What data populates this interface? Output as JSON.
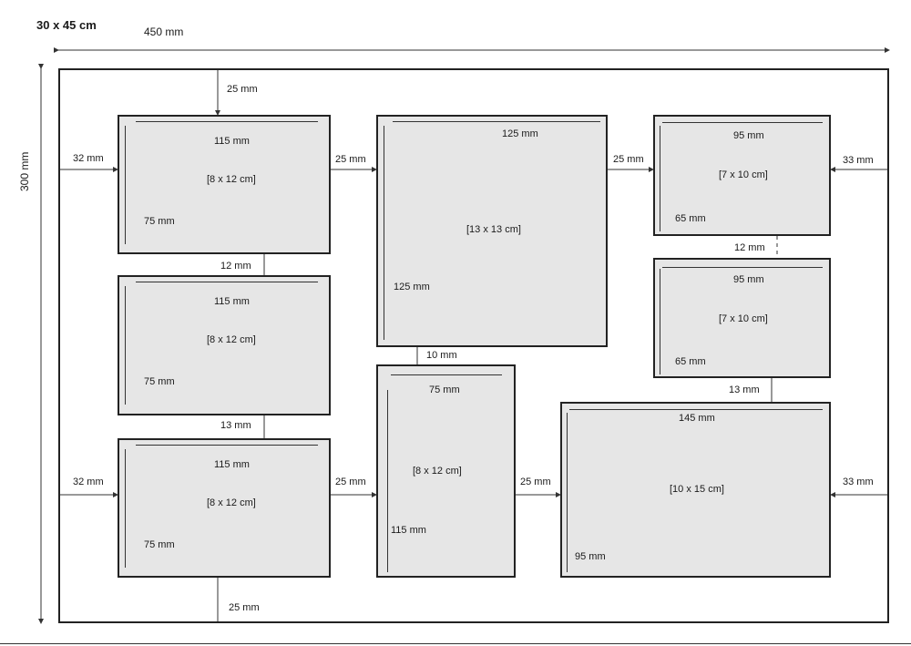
{
  "header": {
    "format": "30 x 45 cm"
  },
  "overall": {
    "width": "450 mm",
    "height": "300 mm"
  },
  "photos": [
    {
      "id": "tl",
      "width": "115 mm",
      "height": "75 mm",
      "size": "[8 x 12 cm]"
    },
    {
      "id": "ml",
      "width": "115 mm",
      "height": "75 mm",
      "size": "[8 x 12 cm]"
    },
    {
      "id": "bl",
      "width": "115 mm",
      "height": "75 mm",
      "size": "[8 x 12 cm]"
    },
    {
      "id": "tc",
      "width": "125 mm",
      "height": "125 mm",
      "size": "[13 x 13 cm]"
    },
    {
      "id": "bc",
      "width": "75 mm",
      "height": "115 mm",
      "size": "[8 x 12 cm]"
    },
    {
      "id": "tr",
      "width": "95 mm",
      "height": "65 mm",
      "size": "[7 x 10 cm]"
    },
    {
      "id": "mr",
      "width": "95 mm",
      "height": "65 mm",
      "size": "[7 x 10 cm]"
    },
    {
      "id": "br",
      "width": "145 mm",
      "height": "95 mm",
      "size": "[10 x 15 cm]"
    }
  ],
  "gaps": {
    "top": "25 mm",
    "bottom": "25 mm",
    "left_top": "32 mm",
    "left_bottom": "32 mm",
    "right_top": "33 mm",
    "right_bottom": "33 mm",
    "col1_col2_top": "25 mm",
    "col1_col2_bottom": "25 mm",
    "col2_col3_top": "25 mm",
    "col2_col3_bottom": "25 mm",
    "left_gap_1": "12 mm",
    "left_gap_2": "13 mm",
    "center_gap": "10 mm",
    "right_gap_1": "12 mm",
    "right_gap_2": "13 mm"
  },
  "colors": {
    "photo_fill": "#e6e6e6",
    "line": "#222222"
  }
}
